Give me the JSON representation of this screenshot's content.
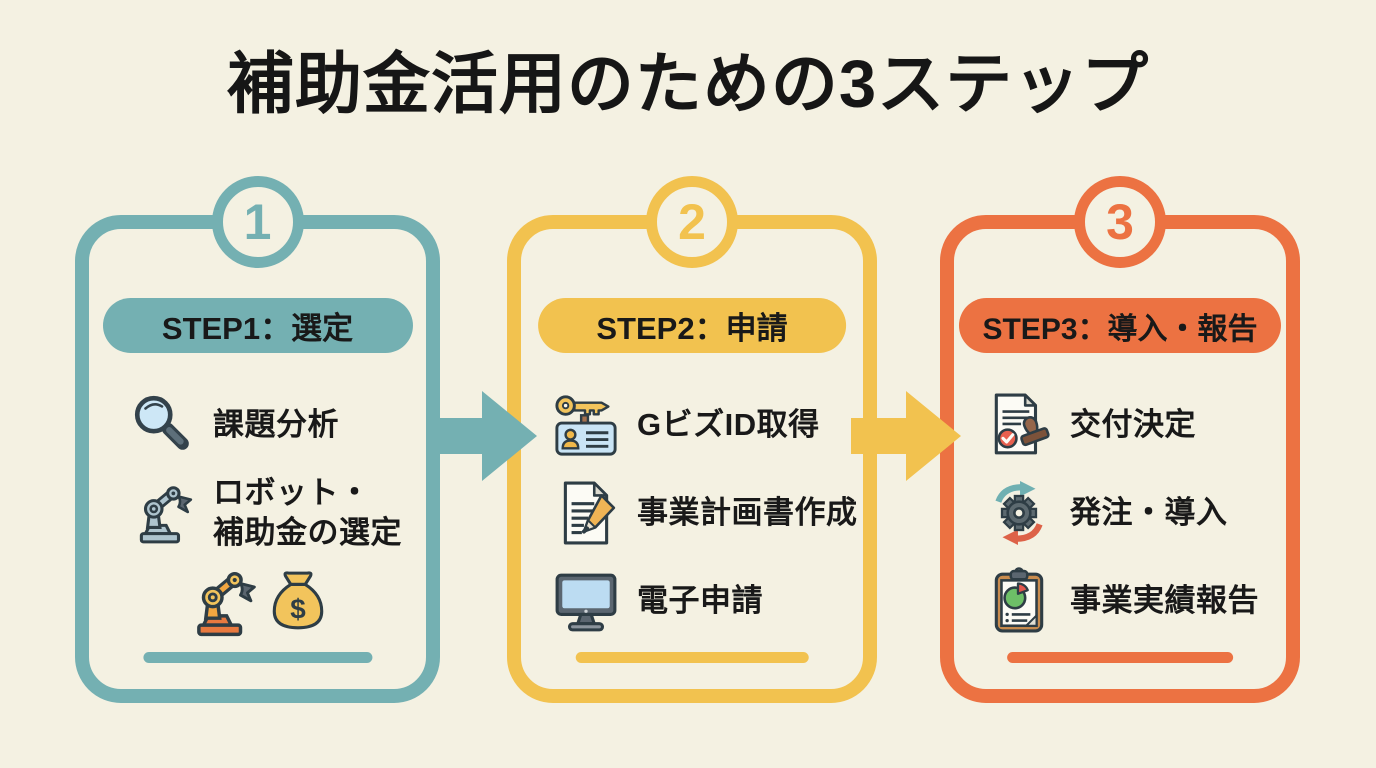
{
  "title": "補助金活用のための3ステップ",
  "colors": {
    "background": "#f4f1e2",
    "text": "#191919",
    "step1_accent": "#74b0b2",
    "step2_accent": "#f2c24f",
    "step3_accent": "#ec7242"
  },
  "steps": [
    {
      "number": "1",
      "header": "STEP1：選定",
      "items": [
        {
          "icon": "magnifier-icon",
          "label": "課題分析"
        },
        {
          "icon": "robot-arm-icon",
          "label": "ロボット・\n補助金の選定"
        }
      ],
      "decoration_icons": [
        "robot-arm-orange-icon",
        "money-bag-icon"
      ]
    },
    {
      "number": "2",
      "header": "STEP2：申請",
      "items": [
        {
          "icon": "key-id-card-icon",
          "label": "GビズID取得"
        },
        {
          "icon": "document-pencil-icon",
          "label": "事業計画書作成"
        },
        {
          "icon": "computer-monitor-icon",
          "label": "電子申請"
        }
      ]
    },
    {
      "number": "3",
      "header": "STEP3：導入・報告",
      "items": [
        {
          "icon": "stamp-approval-icon",
          "label": "交付決定"
        },
        {
          "icon": "gear-cycle-icon",
          "label": "発注・導入"
        },
        {
          "icon": "clipboard-report-icon",
          "label": "事業実績報告"
        }
      ]
    }
  ]
}
